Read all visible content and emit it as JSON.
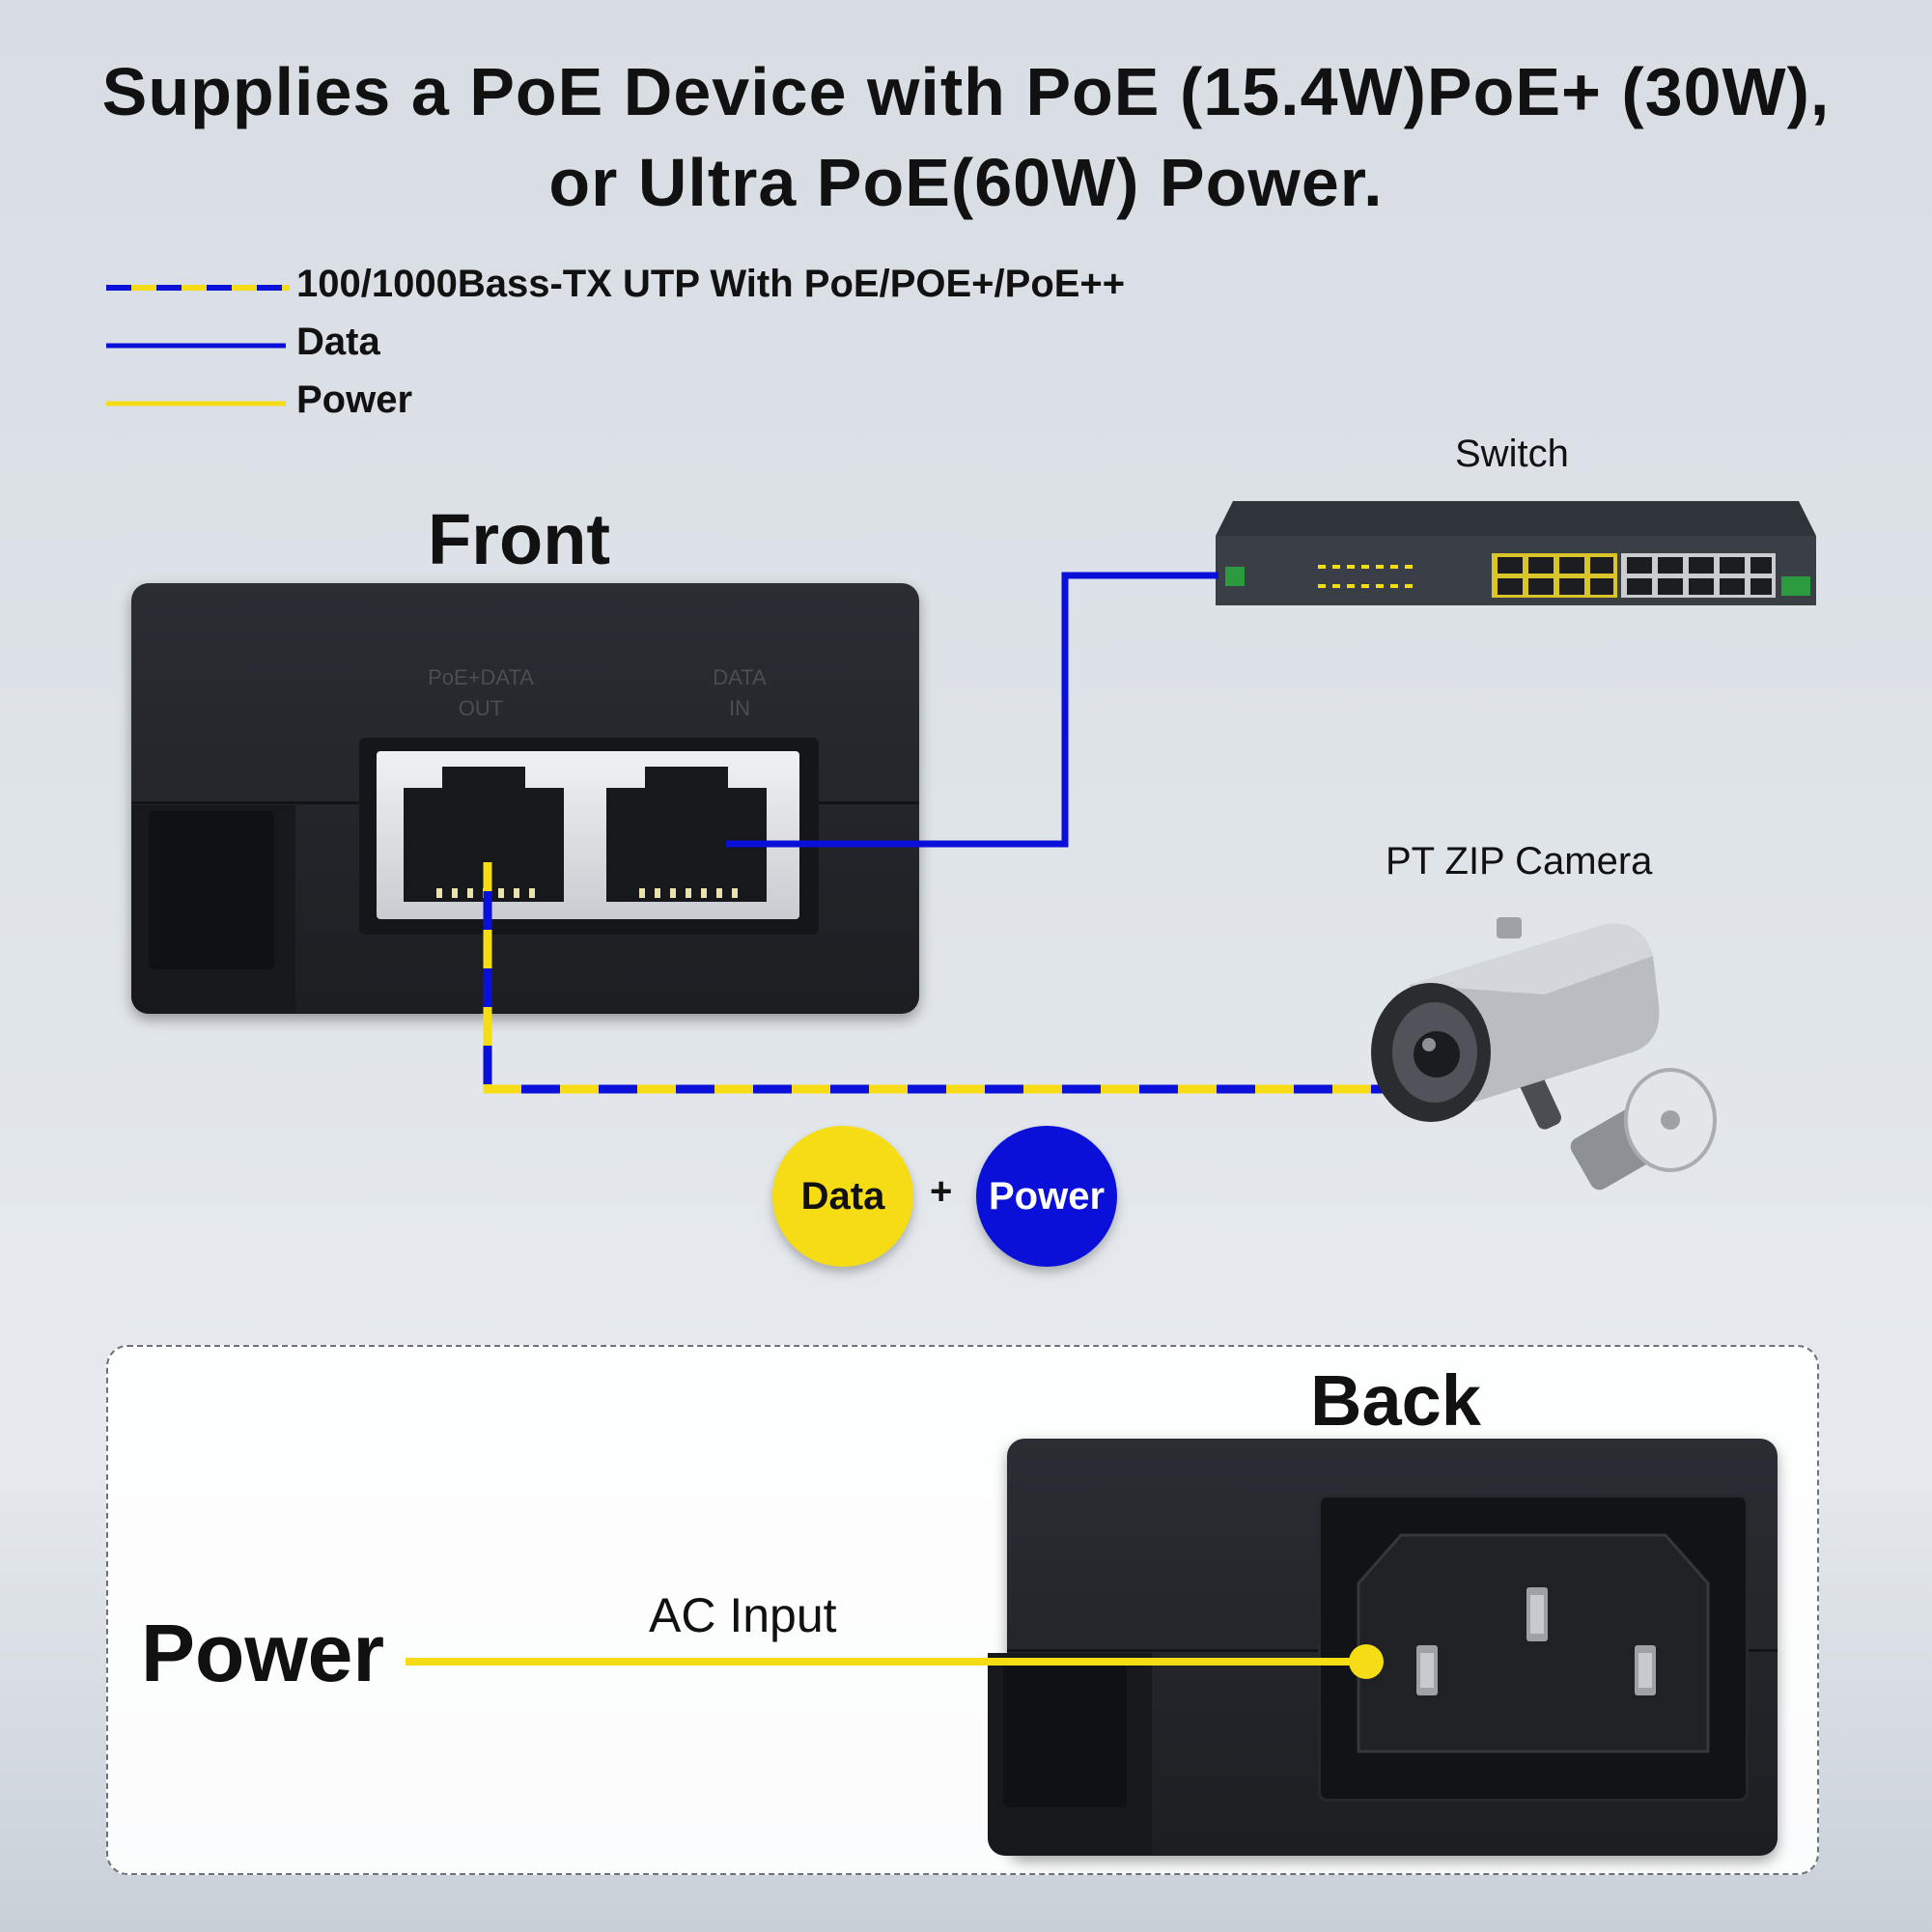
{
  "title": {
    "line1": "Supplies a PoE Device with PoE (15.4W)PoE+ (30W),",
    "line2": "or Ultra PoE(60W) Power."
  },
  "legend": {
    "items": [
      {
        "label": "100/1000Bass-TX UTP With PoE/POE+/PoE++",
        "style": "dashed-blue-yellow"
      },
      {
        "label": "Data",
        "style": "solid-blue"
      },
      {
        "label": "Power",
        "style": "solid-yellow"
      }
    ]
  },
  "front": {
    "heading": "Front",
    "port_out_label_1": "PoE+DATA",
    "port_out_label_2": "OUT",
    "port_in_label_1": "DATA",
    "port_in_label_2": "IN"
  },
  "switch": {
    "label": "Switch"
  },
  "camera": {
    "label": "PT ZIP Camera"
  },
  "badges": {
    "left": "Data",
    "plus": "+",
    "right": "Power"
  },
  "back": {
    "heading": "Back",
    "power_label": "Power",
    "ac_label": "AC Input"
  },
  "colors": {
    "data_blue": "#0a10d8",
    "power_yellow": "#f6dc14",
    "device_black": "#1f2125",
    "background": "#dde2e7"
  }
}
